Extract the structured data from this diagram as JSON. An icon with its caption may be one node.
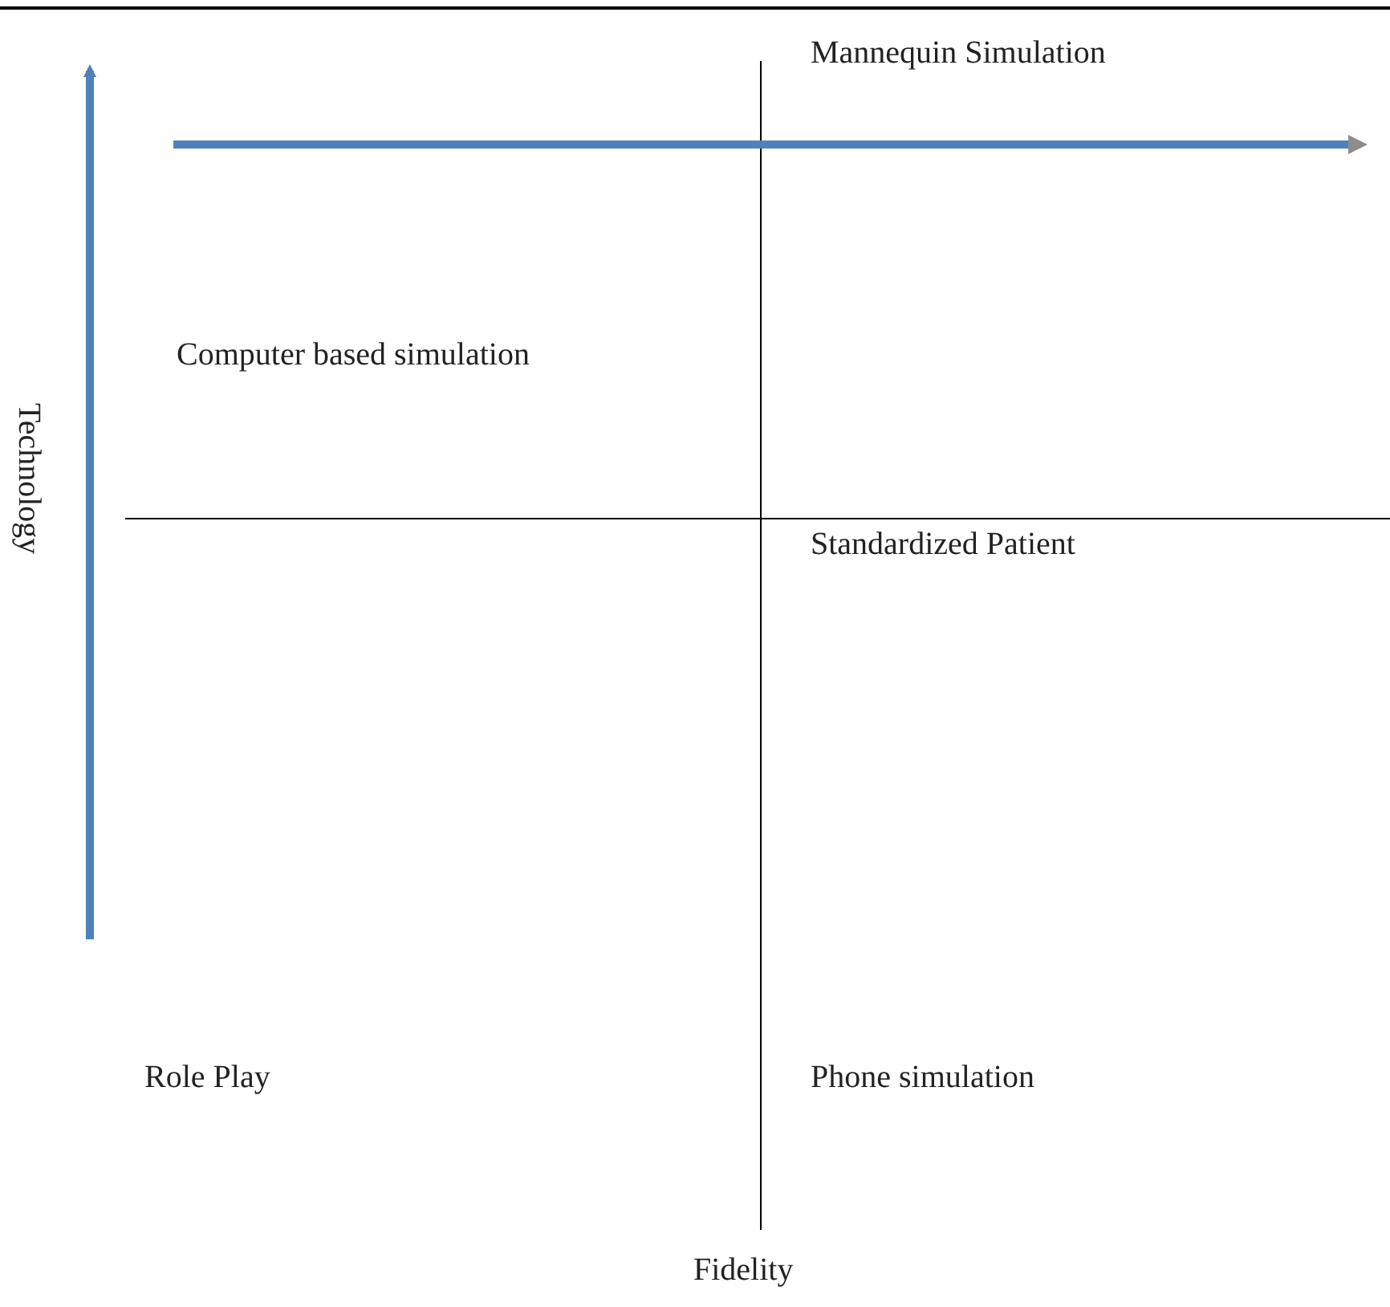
{
  "diagram": {
    "labels": [
      "Mannequin Simulation",
      "Computer based simulation",
      "Standardized Patient",
      "Technology",
      "Role Play",
      "Phone simulation",
      "Fidelity"
    ]
  }
}
